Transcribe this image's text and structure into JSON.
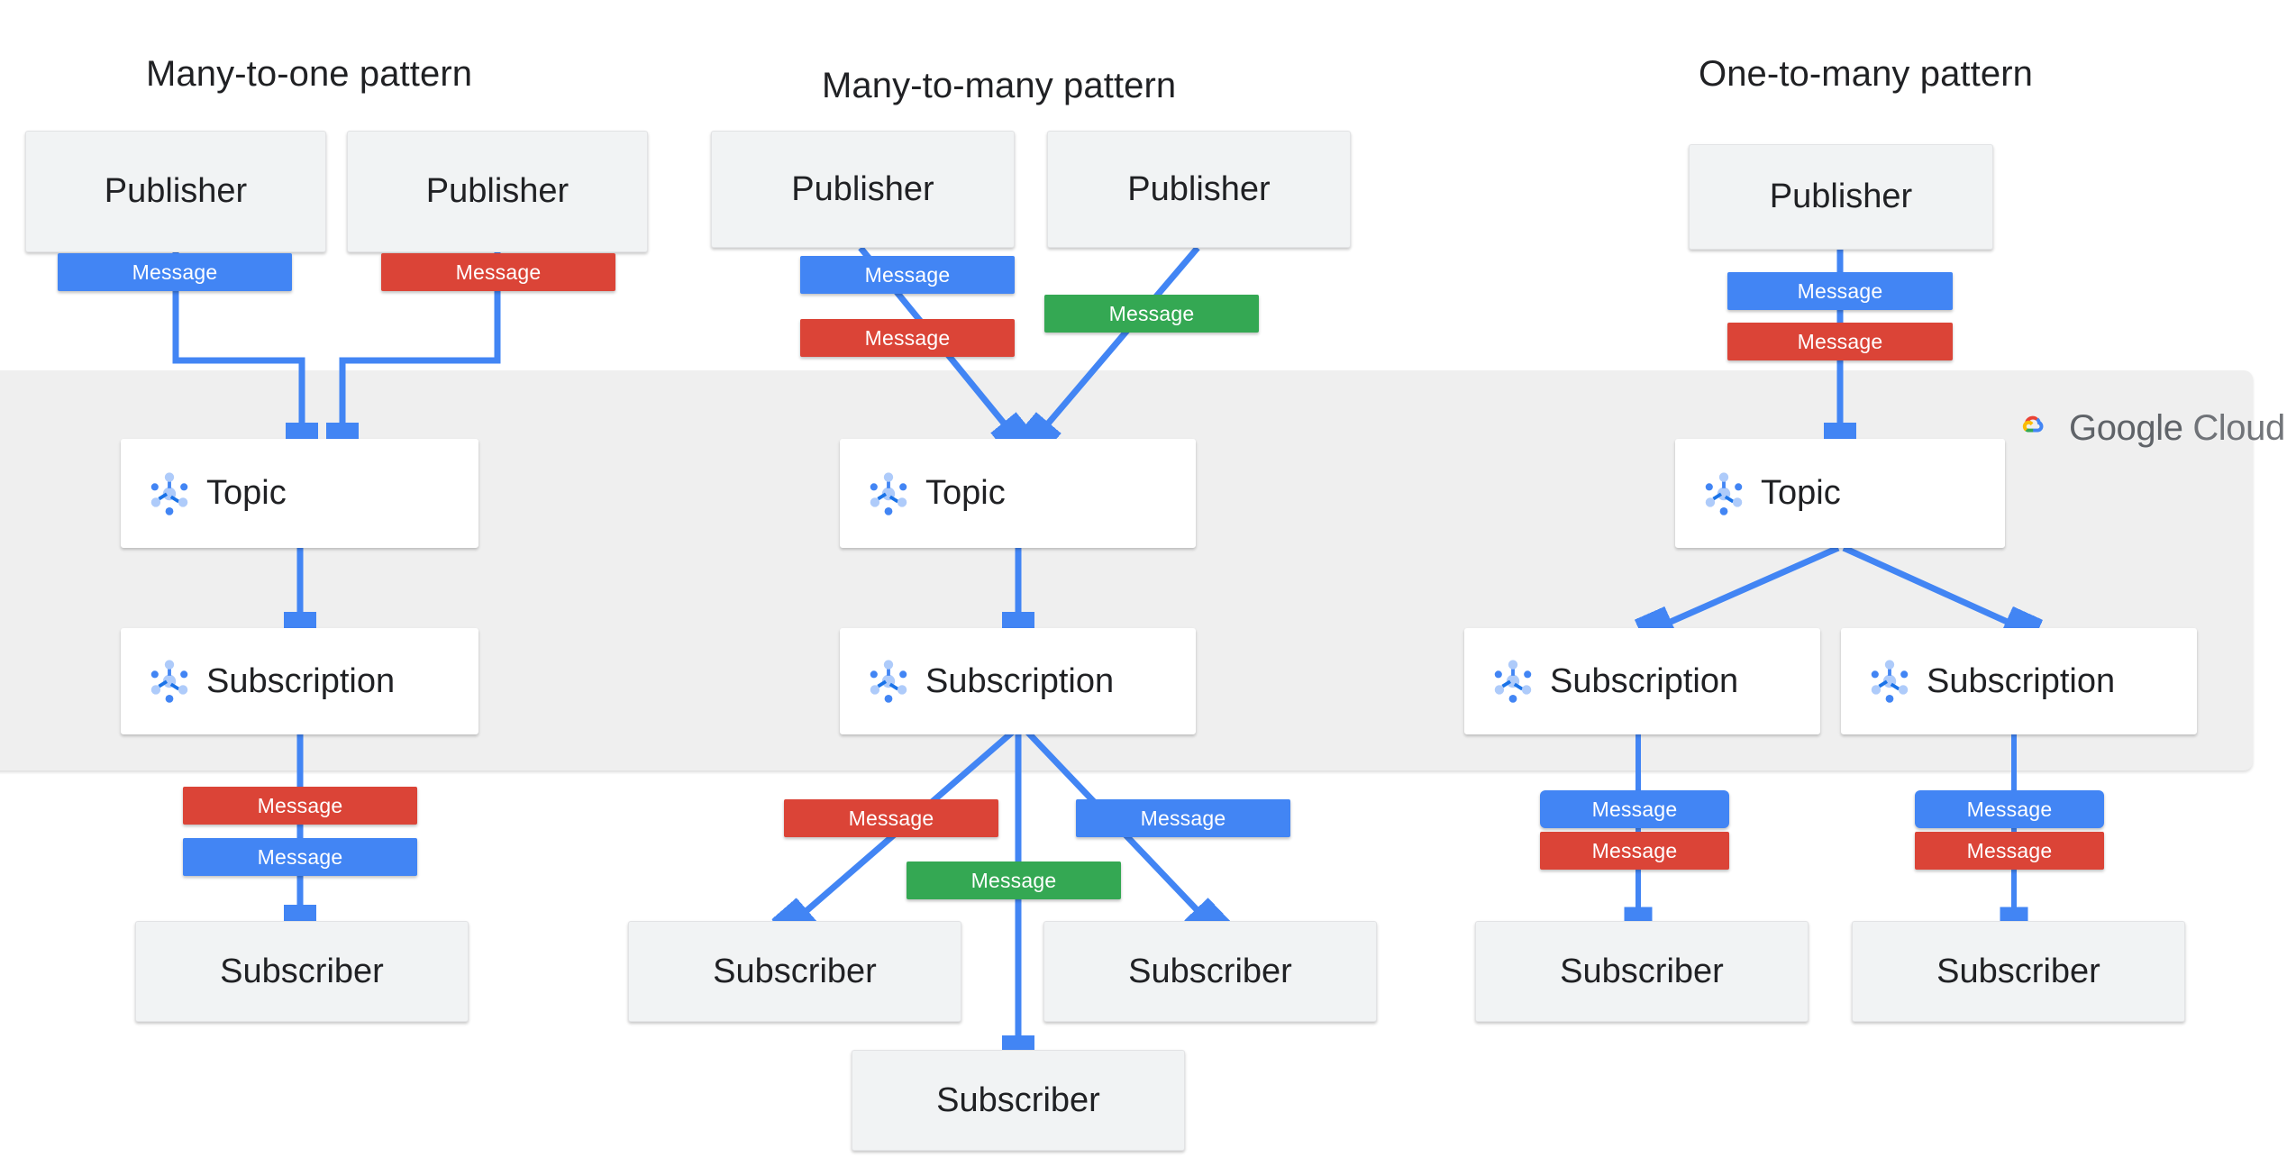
{
  "diagram": {
    "title_bar": {
      "brand": "Google Cloud",
      "brand_word_1": "Google",
      "brand_word_2": "Cloud",
      "cloud_icon": "google-cloud-logo"
    },
    "palette": {
      "blue": "#4285f4",
      "red": "#db4437",
      "green": "#34a853",
      "band_gray": "#efefef",
      "node_gray": "#f1f3f4",
      "text": "#202124",
      "brand_text": "#5f6368"
    },
    "columns": [
      {
        "id": "many-to-one",
        "title": "Many-to-one pattern",
        "publishers": [
          "Publisher",
          "Publisher"
        ],
        "publish_messages": [
          {
            "label": "Message",
            "color": "blue"
          },
          {
            "label": "Message",
            "color": "red"
          }
        ],
        "topic": "Topic",
        "subscriptions": [
          "Subscription"
        ],
        "deliver_messages": [
          {
            "label": "Message",
            "color": "red"
          },
          {
            "label": "Message",
            "color": "blue"
          }
        ],
        "subscribers": [
          "Subscriber"
        ]
      },
      {
        "id": "many-to-many",
        "title": "Many-to-many  pattern",
        "publishers": [
          "Publisher",
          "Publisher"
        ],
        "publish_messages": [
          {
            "label": "Message",
            "color": "blue"
          },
          {
            "label": "Message",
            "color": "red"
          },
          {
            "label": "Message",
            "color": "green"
          }
        ],
        "topic": "Topic",
        "subscriptions": [
          "Subscription"
        ],
        "deliver_messages": [
          {
            "label": "Message",
            "color": "red"
          },
          {
            "label": "Message",
            "color": "blue"
          },
          {
            "label": "Message",
            "color": "green"
          }
        ],
        "subscribers": [
          "Subscriber",
          "Subscriber",
          "Subscriber"
        ]
      },
      {
        "id": "one-to-many",
        "title": "One-to-many pattern",
        "publishers": [
          "Publisher"
        ],
        "publish_messages": [
          {
            "label": "Message",
            "color": "blue"
          },
          {
            "label": "Message",
            "color": "red"
          }
        ],
        "topic": "Topic",
        "subscriptions": [
          "Subscription",
          "Subscription"
        ],
        "deliver_messages": [
          {
            "label": "Message",
            "color": "blue"
          },
          {
            "label": "Message",
            "color": "red"
          },
          {
            "label": "Message",
            "color": "blue"
          },
          {
            "label": "Message",
            "color": "red"
          }
        ],
        "subscribers": [
          "Subscriber",
          "Subscriber"
        ]
      }
    ]
  }
}
